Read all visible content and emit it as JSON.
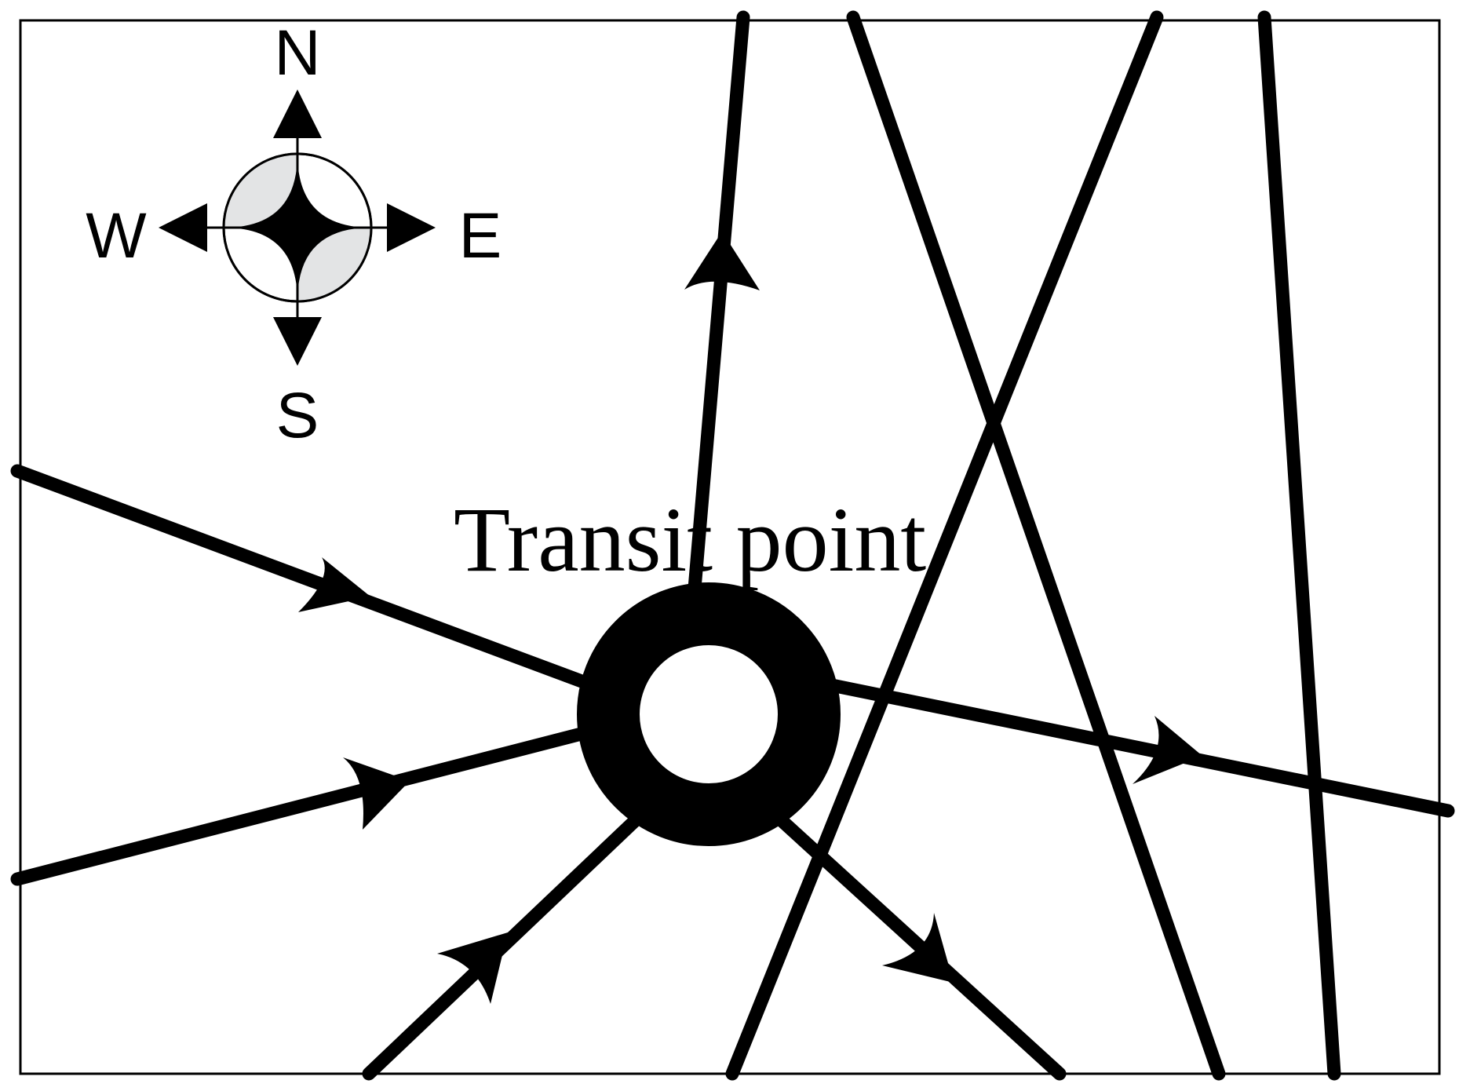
{
  "diagram": {
    "label": "Transit point",
    "compass": {
      "north": "N",
      "south": "S",
      "east": "E",
      "west": "W"
    }
  },
  "colors": {
    "line": "#000000",
    "compass_fill": "#e3e4e5",
    "background": "#ffffff"
  }
}
